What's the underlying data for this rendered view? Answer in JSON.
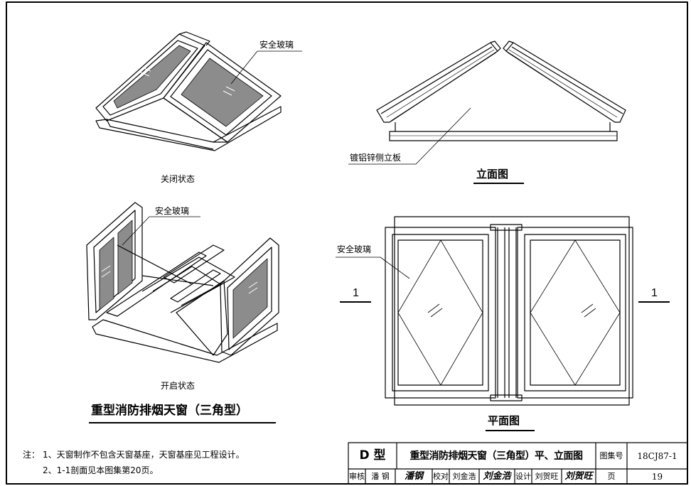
{
  "drawing": {
    "closed_view": {
      "label": "安全玻璃",
      "caption": "关闭状态"
    },
    "open_view": {
      "label": "安全玻璃",
      "caption": "开启状态"
    },
    "elevation": {
      "label": "镀铝锌侧立板",
      "title": "立面图"
    },
    "plan": {
      "label": "安全玻璃",
      "title": "平面图",
      "section_left": "1",
      "section_right": "1"
    },
    "main_title": "重型消防排烟天窗（三角型）"
  },
  "notes": {
    "prefix": "注：",
    "items": [
      "1、天窗制作不包含天窗基座，天窗基座见工程设计。",
      "2、1-1剖面见本图集第20页。"
    ]
  },
  "title_block": {
    "type_label": "D 型",
    "drawing_title": "重型消防排烟天窗（三角型）平、立面图",
    "atlas_label": "图集号",
    "atlas_no": "18CJ87-1",
    "review_label": "审核",
    "review_name": "潘 钢",
    "review_sig": "潘钢",
    "check_label": "校对",
    "check_name": "刘金浩",
    "check_sig": "刘金浩",
    "design_label": "设计",
    "design_name": "刘贺旺",
    "design_sig": "刘贺旺",
    "page_label": "页",
    "page_no": "19"
  }
}
